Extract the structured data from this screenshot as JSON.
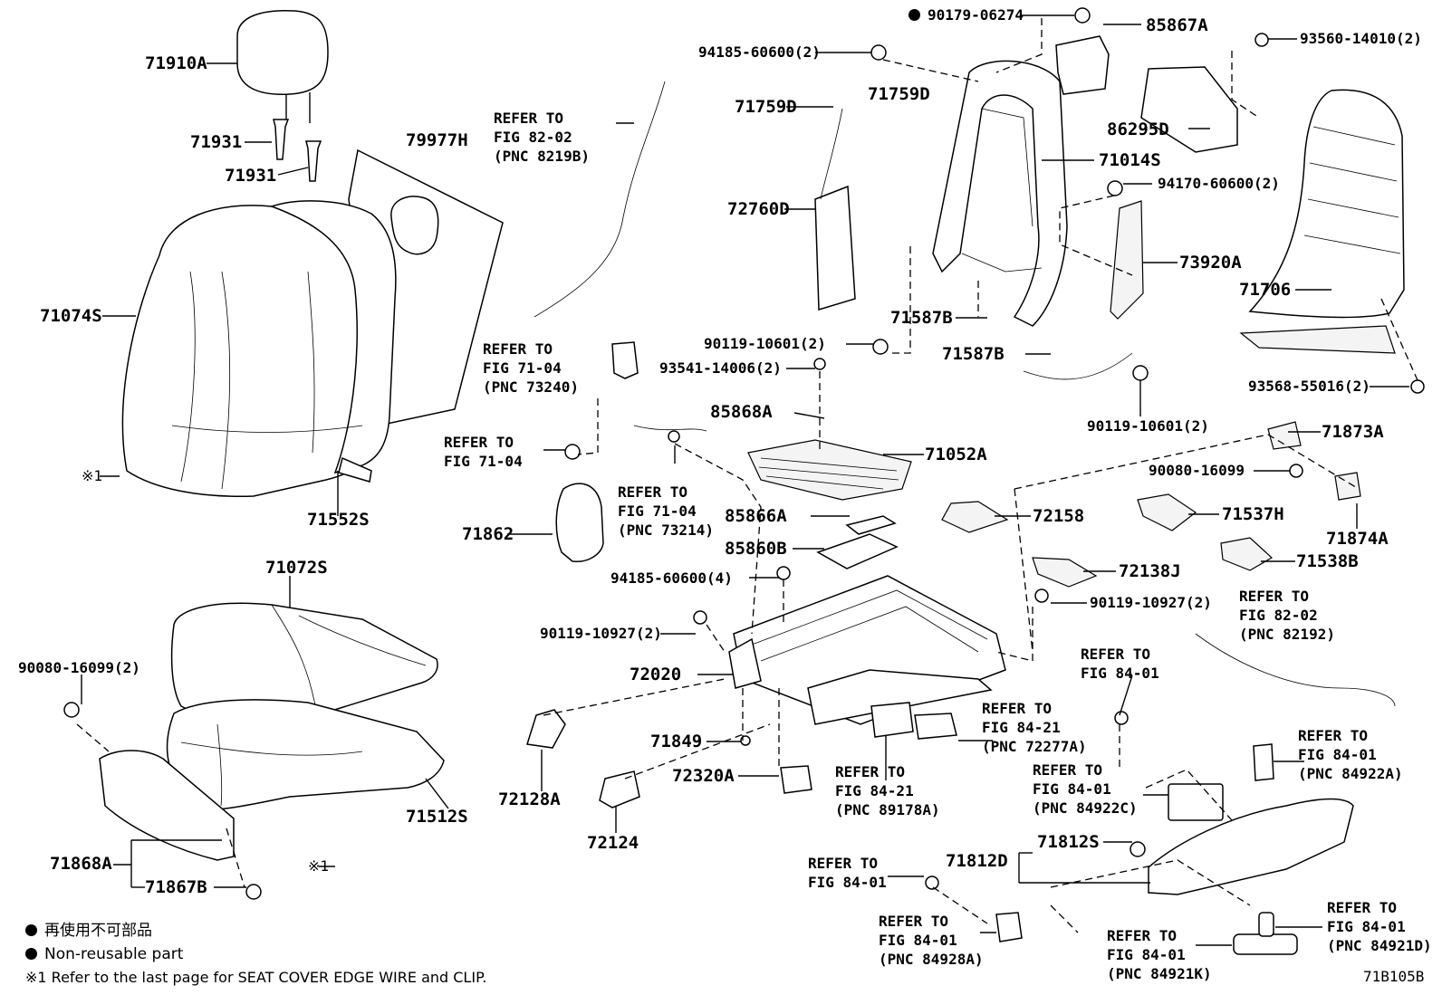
{
  "diagram": {
    "labels": [
      {
        "id": "p71910A",
        "text": "71910A"
      },
      {
        "id": "p71931a",
        "text": "71931"
      },
      {
        "id": "p71931b",
        "text": "71931"
      },
      {
        "id": "p79977H",
        "text": "79977H"
      },
      {
        "id": "p71074S",
        "text": "71074S"
      },
      {
        "id": "p71552S",
        "text": "71552S"
      },
      {
        "id": "p71072S",
        "text": "71072S"
      },
      {
        "id": "p90080a",
        "text": "90080-16099(2)"
      },
      {
        "id": "p71868A",
        "text": "71868A"
      },
      {
        "id": "p71867B",
        "text": "71867B"
      },
      {
        "id": "p71512S",
        "text": "71512S"
      },
      {
        "id": "p71862",
        "text": "71862"
      },
      {
        "id": "p85868A",
        "text": "85868A"
      },
      {
        "id": "p71052A",
        "text": "71052A"
      },
      {
        "id": "p85866A",
        "text": "85866A"
      },
      {
        "id": "p85860B",
        "text": "85860B"
      },
      {
        "id": "p94185b",
        "text": "94185-60600(4)"
      },
      {
        "id": "p90119a",
        "text": "90119-10927(2)"
      },
      {
        "id": "p72020",
        "text": "72020"
      },
      {
        "id": "p71849",
        "text": "71849"
      },
      {
        "id": "p72320A",
        "text": "72320A"
      },
      {
        "id": "p72128A",
        "text": "72128A"
      },
      {
        "id": "p72124",
        "text": "72124"
      },
      {
        "id": "p90179",
        "text": "90179-06274"
      },
      {
        "id": "p85867A",
        "text": "85867A"
      },
      {
        "id": "p94185a",
        "text": "94185-60600(2)"
      },
      {
        "id": "p71759Da",
        "text": "71759D"
      },
      {
        "id": "p71759Db",
        "text": "71759D"
      },
      {
        "id": "p72760D",
        "text": "72760D"
      },
      {
        "id": "p71014S",
        "text": "71014S"
      },
      {
        "id": "p94170",
        "text": "94170-60600(2)"
      },
      {
        "id": "p93560",
        "text": "93560-14010(2)"
      },
      {
        "id": "p86295D",
        "text": "86295D"
      },
      {
        "id": "p73920A",
        "text": "73920A"
      },
      {
        "id": "p71706",
        "text": "71706"
      },
      {
        "id": "p71587Ba",
        "text": "71587B"
      },
      {
        "id": "p71587Bb",
        "text": "71587B"
      },
      {
        "id": "p90119b",
        "text": "90119-10601(2)"
      },
      {
        "id": "p93541",
        "text": "93541-14006(2)"
      },
      {
        "id": "p90119c",
        "text": "90119-10601(2)"
      },
      {
        "id": "p93568",
        "text": "93568-55016(2)"
      },
      {
        "id": "p71873A",
        "text": "71873A"
      },
      {
        "id": "p90080b",
        "text": "90080-16099"
      },
      {
        "id": "p71874A",
        "text": "71874A"
      },
      {
        "id": "p72158",
        "text": "72158"
      },
      {
        "id": "p71537H",
        "text": "71537H"
      },
      {
        "id": "p71538B",
        "text": "71538B"
      },
      {
        "id": "p72138J",
        "text": "72138J"
      },
      {
        "id": "p90119d",
        "text": "90119-10927(2)"
      },
      {
        "id": "p71812S",
        "text": "71812S"
      },
      {
        "id": "p71812D",
        "text": "71812D"
      },
      {
        "id": "pX1a",
        "text": "※1"
      },
      {
        "id": "pX1b",
        "text": "※1"
      },
      {
        "id": "pdoc",
        "text": "71B105B"
      }
    ],
    "refs": [
      {
        "id": "r1",
        "lines": [
          "REFER TO",
          "FIG 82-02",
          "(PNC 8219B)"
        ]
      },
      {
        "id": "r2",
        "lines": [
          "REFER TO",
          "FIG 71-04",
          "(PNC 73240)"
        ]
      },
      {
        "id": "r3",
        "lines": [
          "REFER TO",
          "FIG 71-04"
        ]
      },
      {
        "id": "r4",
        "lines": [
          "REFER TO",
          "FIG 71-04",
          "(PNC 73214)"
        ]
      },
      {
        "id": "r5",
        "lines": [
          "REFER TO",
          "FIG 82-02",
          "(PNC 82192)"
        ]
      },
      {
        "id": "r6",
        "lines": [
          "REFER TO",
          "FIG 84-01"
        ]
      },
      {
        "id": "r7",
        "lines": [
          "REFER TO",
          "FIG 84-21",
          "(PNC 72277A)"
        ]
      },
      {
        "id": "r8",
        "lines": [
          "REFER TO",
          "FIG 84-21",
          "(PNC 89178A)"
        ]
      },
      {
        "id": "r9",
        "lines": [
          "REFER TO",
          "FIG 84-01",
          "(PNC 84922C)"
        ]
      },
      {
        "id": "r10",
        "lines": [
          "REFER TO",
          "FIG 84-01",
          "(PNC 84922A)"
        ]
      },
      {
        "id": "r11",
        "lines": [
          "REFER TO",
          "FIG 84-01"
        ]
      },
      {
        "id": "r12",
        "lines": [
          "REFER TO",
          "FIG 84-01",
          "(PNC 84928A)"
        ]
      },
      {
        "id": "r13",
        "lines": [
          "REFER TO",
          "FIG 84-01",
          "(PNC 84921K)"
        ]
      },
      {
        "id": "r14",
        "lines": [
          "REFER TO",
          "FIG 84-01",
          "(PNC 84921D)"
        ]
      }
    ],
    "legend": {
      "jp": "再使用不可部品",
      "en": "Non-reusable part",
      "note": "※1  Refer to the last page for SEAT COVER EDGE WIRE and CLIP."
    }
  }
}
